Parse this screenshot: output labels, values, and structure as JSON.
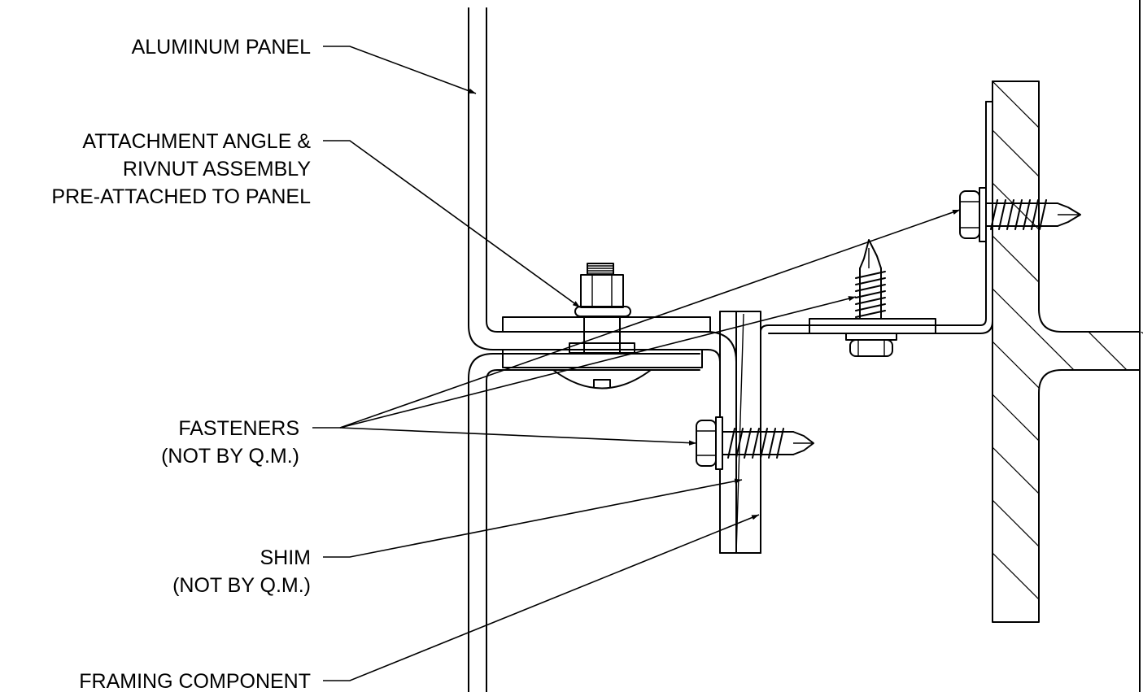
{
  "diagram": {
    "labels": {
      "aluminum_panel": "ALUMINUM PANEL",
      "attachment_line1": "ATTACHMENT ANGLE &",
      "attachment_line2": "RIVNUT ASSEMBLY",
      "attachment_line3": "PRE-ATTACHED TO PANEL",
      "fasteners_line1": "FASTENERS",
      "fasteners_line2": "(NOT BY Q.M.)",
      "shim_line1": "SHIM",
      "shim_line2": "(NOT BY Q.M.)",
      "framing": "FRAMING COMPONENT"
    },
    "colors": {
      "ink": "#000000",
      "paper": "#ffffff"
    }
  }
}
